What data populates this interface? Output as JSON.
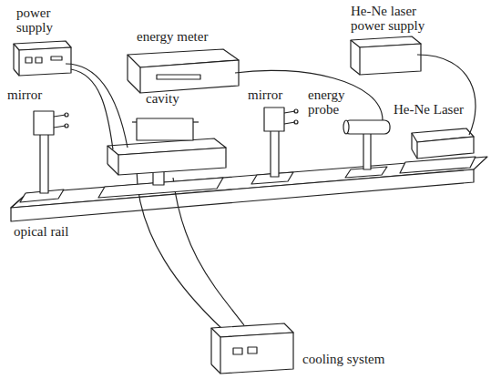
{
  "diagram": {
    "labels": [
      "power supply",
      "energy meter",
      "He-Ne laser power supply",
      "mirror",
      "cavity",
      "mirror",
      "energy probe",
      "He-Ne Laser",
      "opical rail",
      "cooling system"
    ]
  }
}
